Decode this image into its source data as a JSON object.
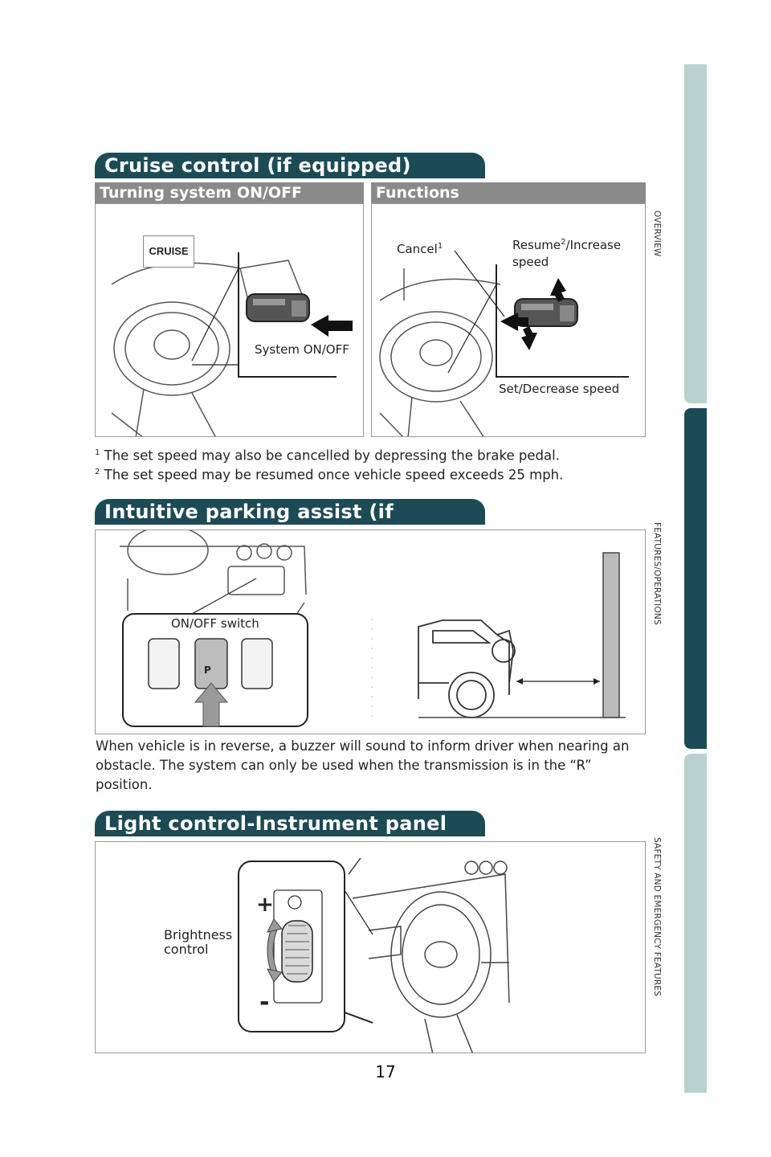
{
  "cruise": {
    "title": "Cruise control (if equipped)",
    "left_header": "Turning system ON/OFF",
    "right_header": "Functions",
    "badge": "CRUISE",
    "system_onoff": "System ON/OFF",
    "cancel": "Cancel",
    "cancel_sup": "1",
    "resume": "Resume",
    "resume_sup": "2",
    "resume_rest": "/Increase",
    "resume_line2": "speed",
    "set_decrease": "Set/Decrease speed",
    "footnote1_num": "1",
    "footnote1": "The set speed may also be cancelled by depressing the brake pedal.",
    "footnote2_num": "2",
    "footnote2": "The set speed may be resumed once vehicle speed exceeds 25 mph."
  },
  "parking": {
    "title": "Intuitive parking assist (if equipped)",
    "switch_label": "ON/OFF switch",
    "description": "When vehicle is in reverse, a buzzer will sound to inform driver when nearing an obstacle. The system can only be used when the transmission is in the “R” position."
  },
  "light": {
    "title": "Light control-Instrument panel",
    "brightness_line1": "Brightness",
    "brightness_line2": "control",
    "plus": "+",
    "minus": "-"
  },
  "sidebar": {
    "tabs": [
      {
        "label": "OVERVIEW",
        "color": "#b9d2d0"
      },
      {
        "label": "FEATURES/OPERATIONS",
        "color": "#1d4b55"
      },
      {
        "label": "SAFETY AND EMERGENCY FEATURES",
        "color": "#b9d2d0"
      }
    ]
  },
  "page": {
    "number": "17"
  }
}
